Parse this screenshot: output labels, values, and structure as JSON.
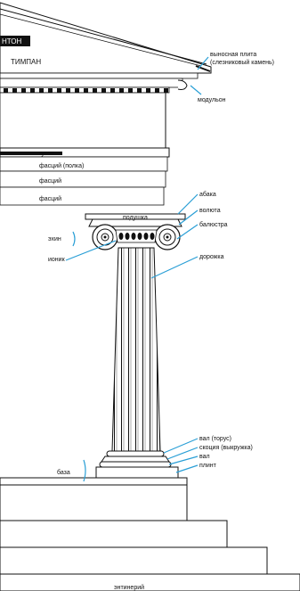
{
  "labels": {
    "fronton": "НТОН",
    "tympan": "ТИМПАН",
    "vynosnaya_plita": "выносная плита",
    "sleznik": "(слезниковый камень)",
    "modulon": "модульон",
    "gusek": "гусек",
    "fasciy_polka": "фасций (полка)",
    "fasciy_1": "фасций",
    "fasciy_2": "фасций",
    "abaka": "абака",
    "podushka": "подушка",
    "voluta": "волюта",
    "balyustra": "балюстра",
    "ekhin": "эхин",
    "ionik": "ионик",
    "dorozhka": "дорожка",
    "val_torus": "вал (торус)",
    "skociya": "скоция (выкружка)",
    "val": "вал",
    "plint": "плинт",
    "baza": "база",
    "entuziery": "энтинерий"
  },
  "accent_color": "#2a9fd6",
  "line_color": "#111111"
}
